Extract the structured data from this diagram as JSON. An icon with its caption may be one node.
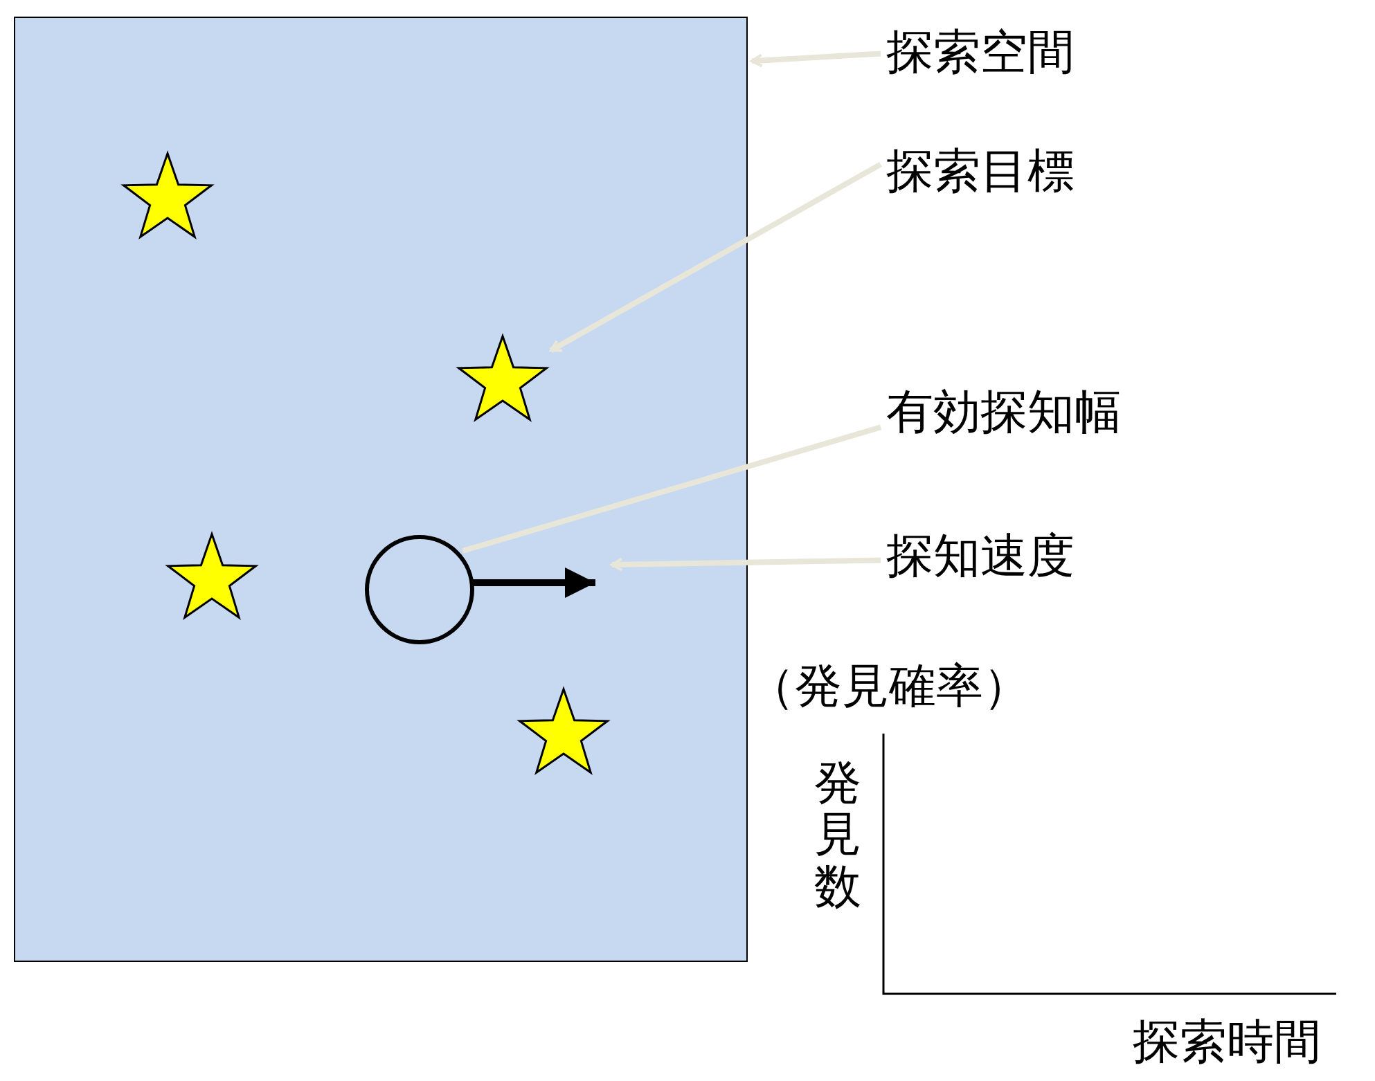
{
  "diagram": {
    "nodes": [
      {
        "text": [],
        "shape": "box"
      },
      {
        "text": [],
        "shape": "star",
        "in": 0
      },
      {
        "text": [],
        "shape": "star",
        "in": 0
      },
      {
        "text": [],
        "shape": "star",
        "in": 0
      },
      {
        "text": [],
        "shape": "star",
        "in": 0
      },
      {
        "text": [],
        "shape": "circle",
        "in": 0
      },
      {
        "text": [
          "探索空間"
        ]
      },
      {
        "text": [
          "探索目標"
        ]
      },
      {
        "text": [
          "有効探知幅"
        ]
      },
      {
        "text": [
          "探知速度"
        ]
      }
    ],
    "edges": [
      {
        "from": 6,
        "to": 0,
        "arrow": "to"
      },
      {
        "from": 7,
        "to": 2,
        "arrow": "to"
      },
      {
        "from": 8,
        "to": 5,
        "arrow": "none"
      },
      {
        "from": 9,
        "to": null,
        "arrow": "to"
      }
    ],
    "labels": [
      "（発見確率）",
      "発見数",
      "探索時間"
    ]
  }
}
